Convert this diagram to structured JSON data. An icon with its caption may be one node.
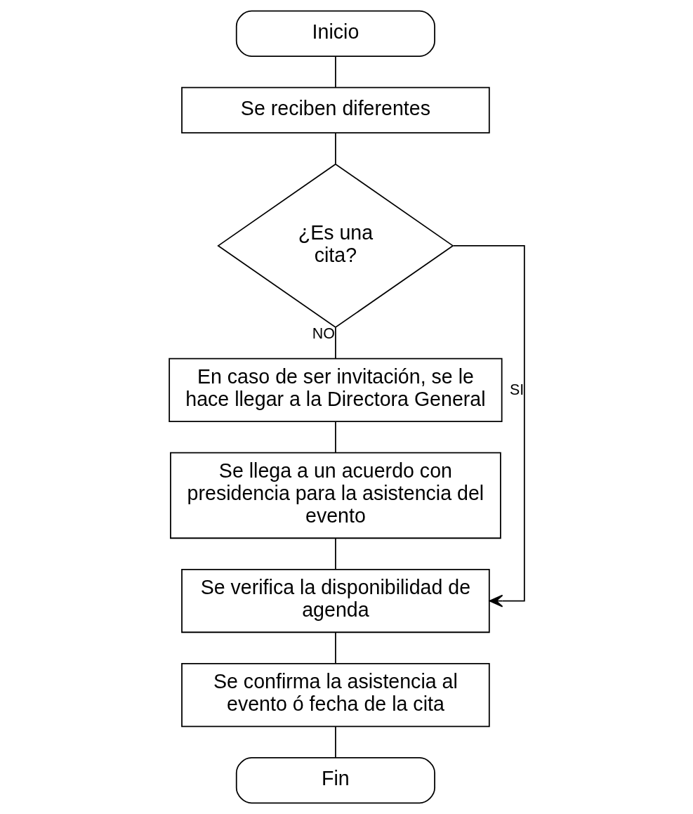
{
  "diagram": {
    "nodes": [
      {
        "text": [
          "Inicio"
        ]
      },
      {
        "text": [
          "Se reciben diferentes"
        ]
      },
      {
        "text": [
          "¿Es una cita?"
        ]
      },
      {
        "text": [
          "En caso de ser invitación, se le hace llegar a la Directora General"
        ]
      },
      {
        "text": [
          "Se llega a un acuerdo con presidencia para la asistencia del evento"
        ]
      },
      {
        "text": [
          "Se verifica la disponibilidad de agenda"
        ]
      },
      {
        "text": [
          "Se confirma la asistencia al evento ó fecha de la cita"
        ]
      },
      {
        "text": [
          "Fin"
        ]
      }
    ],
    "edges": [
      {
        "from": 0,
        "to": 1,
        "arrow": "none"
      },
      {
        "from": 1,
        "to": 2,
        "arrow": "none"
      },
      {
        "from": 2,
        "to": 3,
        "arrow": "none",
        "label": "NO"
      },
      {
        "from": 3,
        "to": 4,
        "arrow": "none"
      },
      {
        "from": 4,
        "to": 5,
        "arrow": "none"
      },
      {
        "from": 2,
        "to": 5,
        "arrow": "to",
        "label": "SI"
      },
      {
        "from": 5,
        "to": 6,
        "arrow": "none"
      },
      {
        "from": 6,
        "to": 7,
        "arrow": "none"
      }
    ]
  }
}
